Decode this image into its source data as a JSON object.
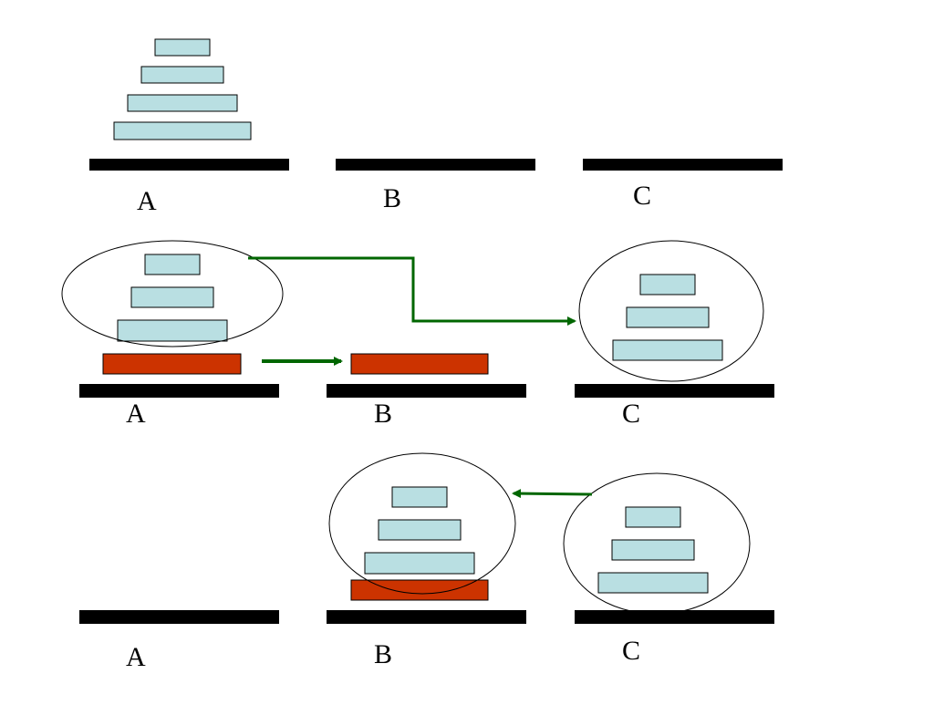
{
  "colors": {
    "peg_base": "#000000",
    "small_disk": "#b9dfe2",
    "large_disk": "#cc3300",
    "arrow": "#006600",
    "outline": "#000000"
  },
  "panels": [
    {
      "name": "initial-state",
      "pegs": [
        {
          "label": "A"
        },
        {
          "label": "B"
        },
        {
          "label": "C"
        }
      ]
    },
    {
      "name": "move-large-disk",
      "pegs": [
        {
          "label": "A"
        },
        {
          "label": "B"
        },
        {
          "label": "C"
        }
      ]
    },
    {
      "name": "move-subtower-to-b",
      "pegs": [
        {
          "label": "A"
        },
        {
          "label": "B"
        },
        {
          "label": "C"
        }
      ]
    }
  ]
}
